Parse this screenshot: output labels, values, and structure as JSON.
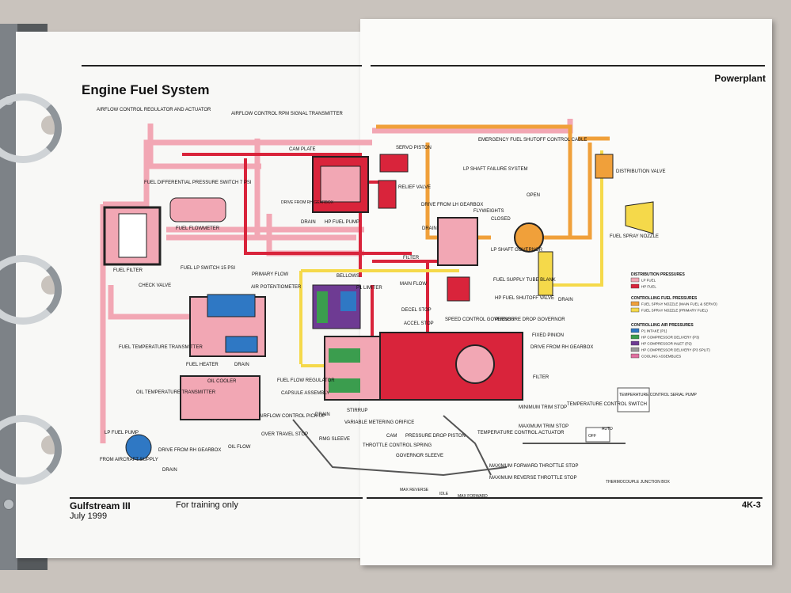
{
  "document": {
    "title": "Engine Fuel System",
    "section": "Powerplant",
    "footer_left_title": "Gulfstream III",
    "footer_left_date": "July 1999",
    "footer_center": "For training only",
    "page_number": "4K-3"
  },
  "diagram": {
    "labels": {
      "airflow_control_regulator": "AIRFLOW CONTROL REGULATOR AND ACTUATOR",
      "airflow_control_transmitter": "AIRFLOW CONTROL RPM SIGNAL TRANSMITTER",
      "fuel_diff_switch": "FUEL DIFFERENTIAL PRESSURE SWITCH 7 PSI",
      "fuel_flowmeter": "FUEL FLOWMETER",
      "fuel_filter": "FUEL FILTER",
      "check_valve": "CHECK VALVE",
      "fuel_lp_switch": "FUEL LP SWITCH 15 PSI",
      "cam_plate": "CAM PLATE",
      "drive_from_rh_gearbox": "DRIVE FROM RH GEARBOX",
      "drain": "DRAIN",
      "hp_fuel_pump": "HP FUEL PUMP",
      "servo_piston": "SERVO PISTON",
      "relief_valve": "RELIEF VALVE",
      "emergency_fuel_cable": "EMERGENCY FUEL SHUTOFF CONTROL CABLE",
      "lp_shaft_failure": "LP SHAFT FAILURE SYSTEM",
      "open": "OPEN",
      "closed": "CLOSED",
      "flyweights": "FLYWEIGHTS",
      "drive_from_lh_gearbox": "DRIVE FROM LH GEARBOX",
      "distribution_valve": "DISTRIBUTION VALVE",
      "fuel_spray_nozzle": "FUEL SPRAY NOZZLE",
      "lp_shaft_governor": "LP SHAFT GOVERNOR",
      "filter": "FILTER",
      "fuel_supply_tube_blank": "FUEL SUPPLY TUBE BLANK",
      "hp_fuel_shutoff_valve": "HP FUEL SHUTOFF VALVE",
      "primary_flow": "PRIMARY FLOW",
      "bellows": "BELLOWS",
      "air_potentiometer": "AIR POTENTIOMETER",
      "p1_limiter": "P1 LIMITER",
      "main_flow": "MAIN FLOW",
      "decel_stop": "DECEL STOP",
      "accel_stop": "ACCEL STOP",
      "speed_control_governor": "SPEED CONTROL GOVERNOR",
      "pressure_drop_governor": "PRESSURE DROP GOVERNOR",
      "fixed_pinion": "FIXED PINION",
      "drive_from_rh_gearbox_2": "DRIVE FROM RH GEARBOX",
      "fuel_temp_transmitter": "FUEL TEMPERATURE TRANSMITTER",
      "fuel_heater": "FUEL HEATER",
      "oil_cooler": "OIL COOLER",
      "oil_temp_transmitter": "OIL TEMPERATURE TRANSMITTER",
      "fuel_flow_regulator": "FUEL FLOW REGULATOR",
      "capsule_assembly": "CAPSULE ASSEMBLY",
      "lp_fuel_pump": "LP FUEL PUMP",
      "from_aircraft_supply": "FROM AIRCRAFT SUPPLY",
      "drive_from_rh_gearbox_3": "DRIVE FROM RH GEARBOX",
      "oil_flow": "OIL FLOW",
      "airflow_control_pickup": "AIRFLOW CONTROL PICK-UP",
      "over_travel_stop": "OVER TRAVEL STOP",
      "stirrup": "STIRRUP",
      "variable_metering_orifice": "VARIABLE METERING ORIFICE",
      "rmg_sleeve": "RMG SLEEVE",
      "throttle_control_spring": "THROTTLE CONTROL SPRING",
      "cam": "CAM",
      "pressure_drop_piston": "PRESSURE DROP PISTON",
      "governor_sleeve": "GOVERNOR SLEEVE",
      "temperature_control_actuator": "TEMPERATURE CONTROL ACTUATOR",
      "minimum_trim_stop": "MINIMUM TRIM STOP",
      "maximum_trim_stop": "MAXIMUM TRIM STOP",
      "max_forward_throttle_stop": "MAXIMUM FORWARD THROTTLE STOP",
      "max_reverse_throttle_stop": "MAXIMUM REVERSE THROTTLE STOP",
      "max_reverse": "MAX REVERSE",
      "idle": "IDLE",
      "max_forward": "MAX FORWARD",
      "temp_control_switch": "TEMPERATURE CONTROL SWITCH",
      "temp_datum_control": "TEMPERATURE CONTROL SERIAL PUMP",
      "off": "OFF",
      "auto": "AUTO",
      "thermocouple_junction_box": "THERMOCOUPLE JUNCTION BOX"
    },
    "legend": {
      "group1_title": "DISTRIBUTION PRESSURES",
      "group1_items": [
        {
          "label": "LP FUEL",
          "color": "#f2a7b4"
        },
        {
          "label": "HP FUEL",
          "color": "#d9243b"
        }
      ],
      "group2_title": "CONTROLLING FUEL PRESSURES",
      "group2_items": [
        {
          "label": "FUEL SPRAY NOZZLE (MAIN FUEL & SERVO)",
          "color": "#f0a03a"
        },
        {
          "label": "FUEL SPRAY NOZZLE (PRIMARY FUEL)",
          "color": "#f5d94a"
        }
      ],
      "group3_title": "CONTROLLING AIR PRESSURES",
      "group3_items": [
        {
          "label": "P1 INTAKE (P1)",
          "color": "#2f78c4"
        },
        {
          "label": "HP COMPRESSOR DELIVERY (P3)",
          "color": "#3b9d4e"
        },
        {
          "label": "HP COMPRESSOR INLET (P2)",
          "color": "#6e3b93"
        },
        {
          "label": "HP COMPRESSOR DELIVERY (P3 SPLIT)",
          "color": "#9a9a9a"
        },
        {
          "label": "COOLING ASSEMBLIES",
          "color": "#e070a0"
        }
      ]
    }
  }
}
